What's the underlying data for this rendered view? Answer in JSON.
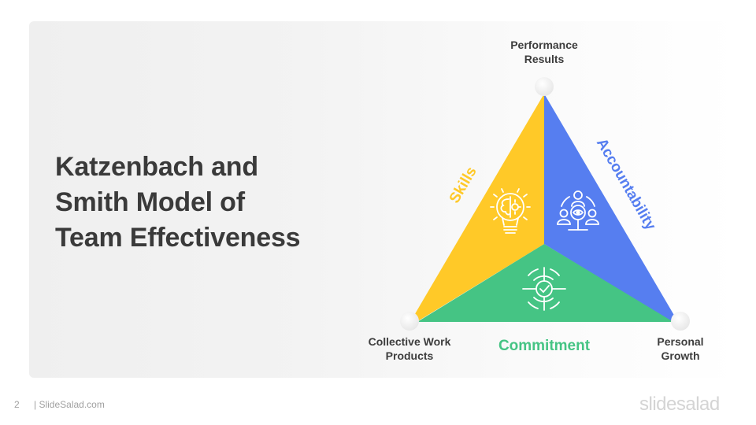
{
  "slide": {
    "title_lines": [
      "Katzenbach and",
      "Smith Model of",
      "Team Effectiveness"
    ],
    "page_number": "2",
    "footer_site": "| SlideSalad.com",
    "brand_logo": "slidesalad"
  },
  "diagram": {
    "vertices": {
      "top": [
        "Performance",
        "Results"
      ],
      "bottom_left": [
        "Collective Work",
        "Products"
      ],
      "bottom_right": [
        "Personal",
        "Growth"
      ]
    },
    "segments": [
      {
        "label": "Skills",
        "color": "#FFC928",
        "icon": "lightbulb-brain-gear-icon"
      },
      {
        "label": "Accountability",
        "color": "#567EF0",
        "icon": "team-eye-magnifier-icon"
      },
      {
        "label": "Commitment",
        "color": "#45C484",
        "icon": "target-check-icon"
      }
    ],
    "node_color": "#f1f1f1"
  }
}
